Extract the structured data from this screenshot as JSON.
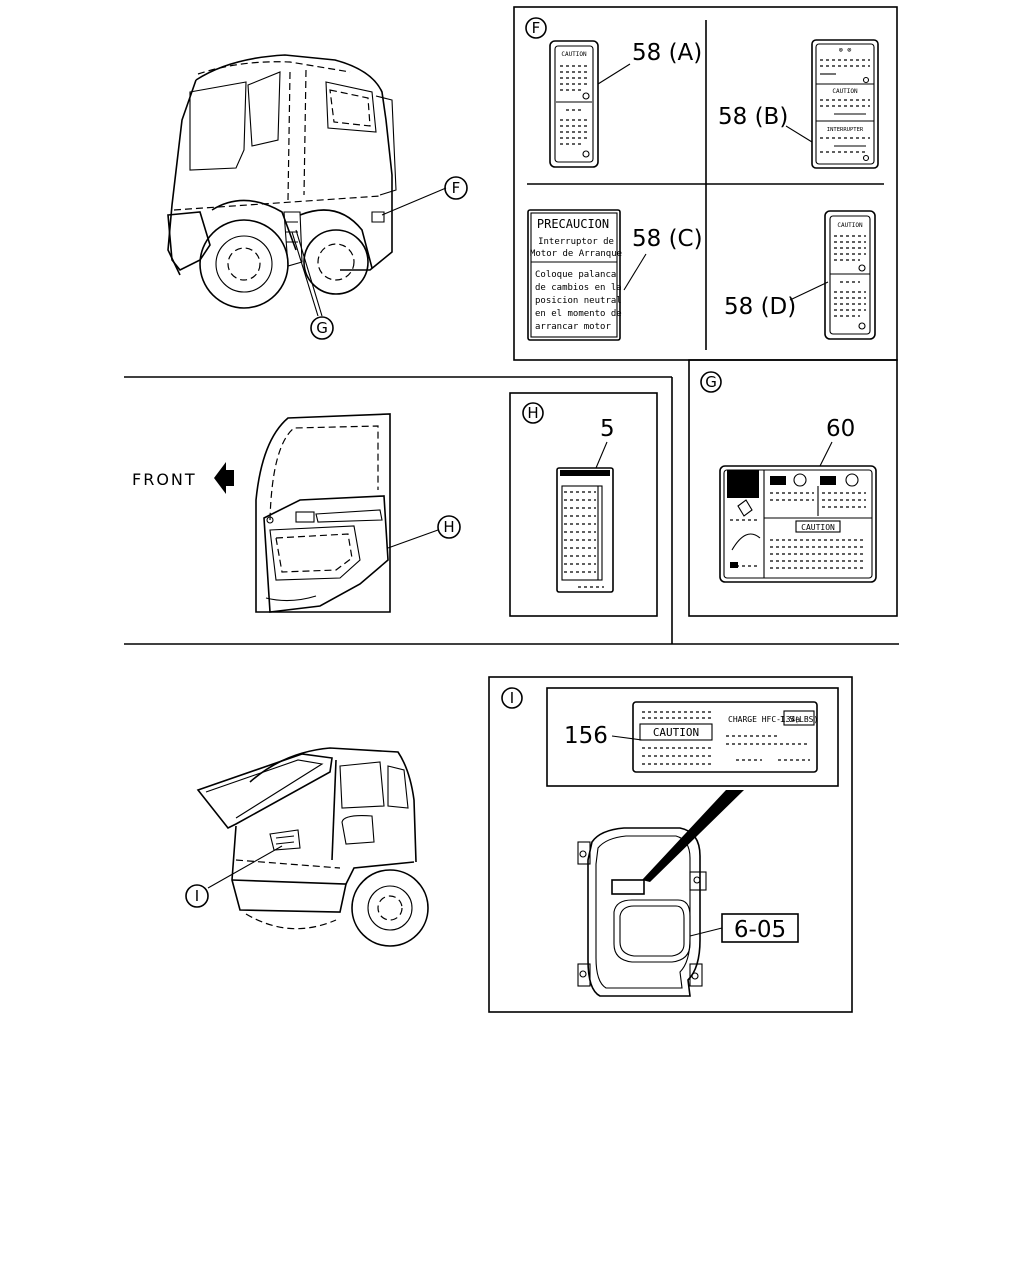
{
  "panels": {
    "F": {
      "callout": "F",
      "labels": {
        "a": "58 (A)",
        "b": "58 (B)",
        "c": "58 (C)",
        "d": "58 (D)"
      },
      "caution_text": "CAUTION",
      "interrupter_text": "INTERRUPTER",
      "precaucion": {
        "title": "PRECAUCION",
        "subtitle_1": "Interruptor de",
        "subtitle_2": "Motor de Arranque",
        "body_1": "Coloque palanca",
        "body_2": "de cambios en la",
        "body_3": "posicion neutral",
        "body_4": "en el momento de",
        "body_5": "arrancar motor"
      }
    },
    "G": {
      "callout": "G",
      "label": "60",
      "caution_text": "CAUTION"
    },
    "H": {
      "callout": "H",
      "label": "5"
    },
    "I": {
      "callout": "I",
      "label": "156",
      "ref": "6-05",
      "caution_text": "CAUTION",
      "charge_text": "CHARGE HFC-134a",
      "amount_text": "1.5(LBS)"
    }
  },
  "views": {
    "cab_side": {
      "callout_f": "F",
      "callout_g": "G"
    },
    "door": {
      "front_label": "FRONT",
      "callout_h": "H"
    },
    "cab_tilt": {
      "callout_i": "I"
    }
  }
}
